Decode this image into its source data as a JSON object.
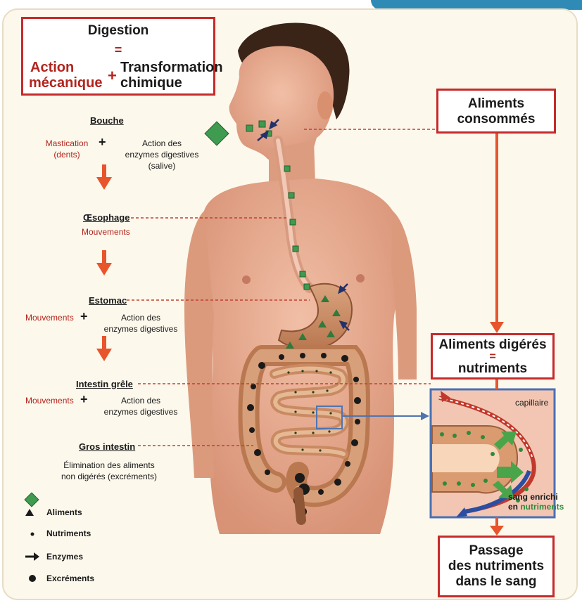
{
  "header_box": {
    "title": "Digestion",
    "equals": "=",
    "mech_line1": "Action",
    "mech_line2": "mécanique",
    "plus": "+",
    "chem_line1": "Transformation",
    "chem_line2": "chimique"
  },
  "stages": {
    "bouche": {
      "title": "Bouche",
      "mech_line1": "Mastication",
      "mech_line2": "(dents)",
      "plus": "+",
      "chem_line1": "Action des",
      "chem_line2": "enzymes digestives",
      "chem_line3": "(salive)"
    },
    "oesophage": {
      "title": "Œsophage",
      "mech": "Mouvements"
    },
    "estomac": {
      "title": "Estomac",
      "mech": "Mouvements",
      "plus": "+",
      "chem_line1": "Action des",
      "chem_line2": "enzymes digestives"
    },
    "intestin_grele": {
      "title": "Intestin grêle",
      "mech": "Mouvements",
      "plus": "+",
      "chem_line1": "Action des",
      "chem_line2": "enzymes digestives"
    },
    "gros_intestin": {
      "title": "Gros intestin",
      "line1": "Élimination des aliments",
      "line2": "non digérés (excréments)"
    }
  },
  "right_boxes": {
    "aliments_line1": "Aliments",
    "aliments_line2": "consommés",
    "digeres_line1": "Aliments digérés",
    "digeres_equals": "=",
    "digeres_line2": "nutriments",
    "passage_line1": "Passage",
    "passage_line2": "des nutriments",
    "passage_line3": "dans le sang"
  },
  "zoom": {
    "capillaire": "capillaire",
    "sang_line1": "sang enrichi",
    "sang_line2_prefix": "en ",
    "sang_line2_highlight": "nutriments"
  },
  "legend": {
    "aliments": "Aliments",
    "nutriments": "Nutriments",
    "enzymes": "Enzymes",
    "excrements": "Excréments"
  },
  "colors": {
    "accent_red": "#c62a2a",
    "text_red": "#b3241d",
    "arrow_orange": "#e8542b",
    "food_green": "#3f9b4f",
    "skin": "#e9ad93"
  }
}
